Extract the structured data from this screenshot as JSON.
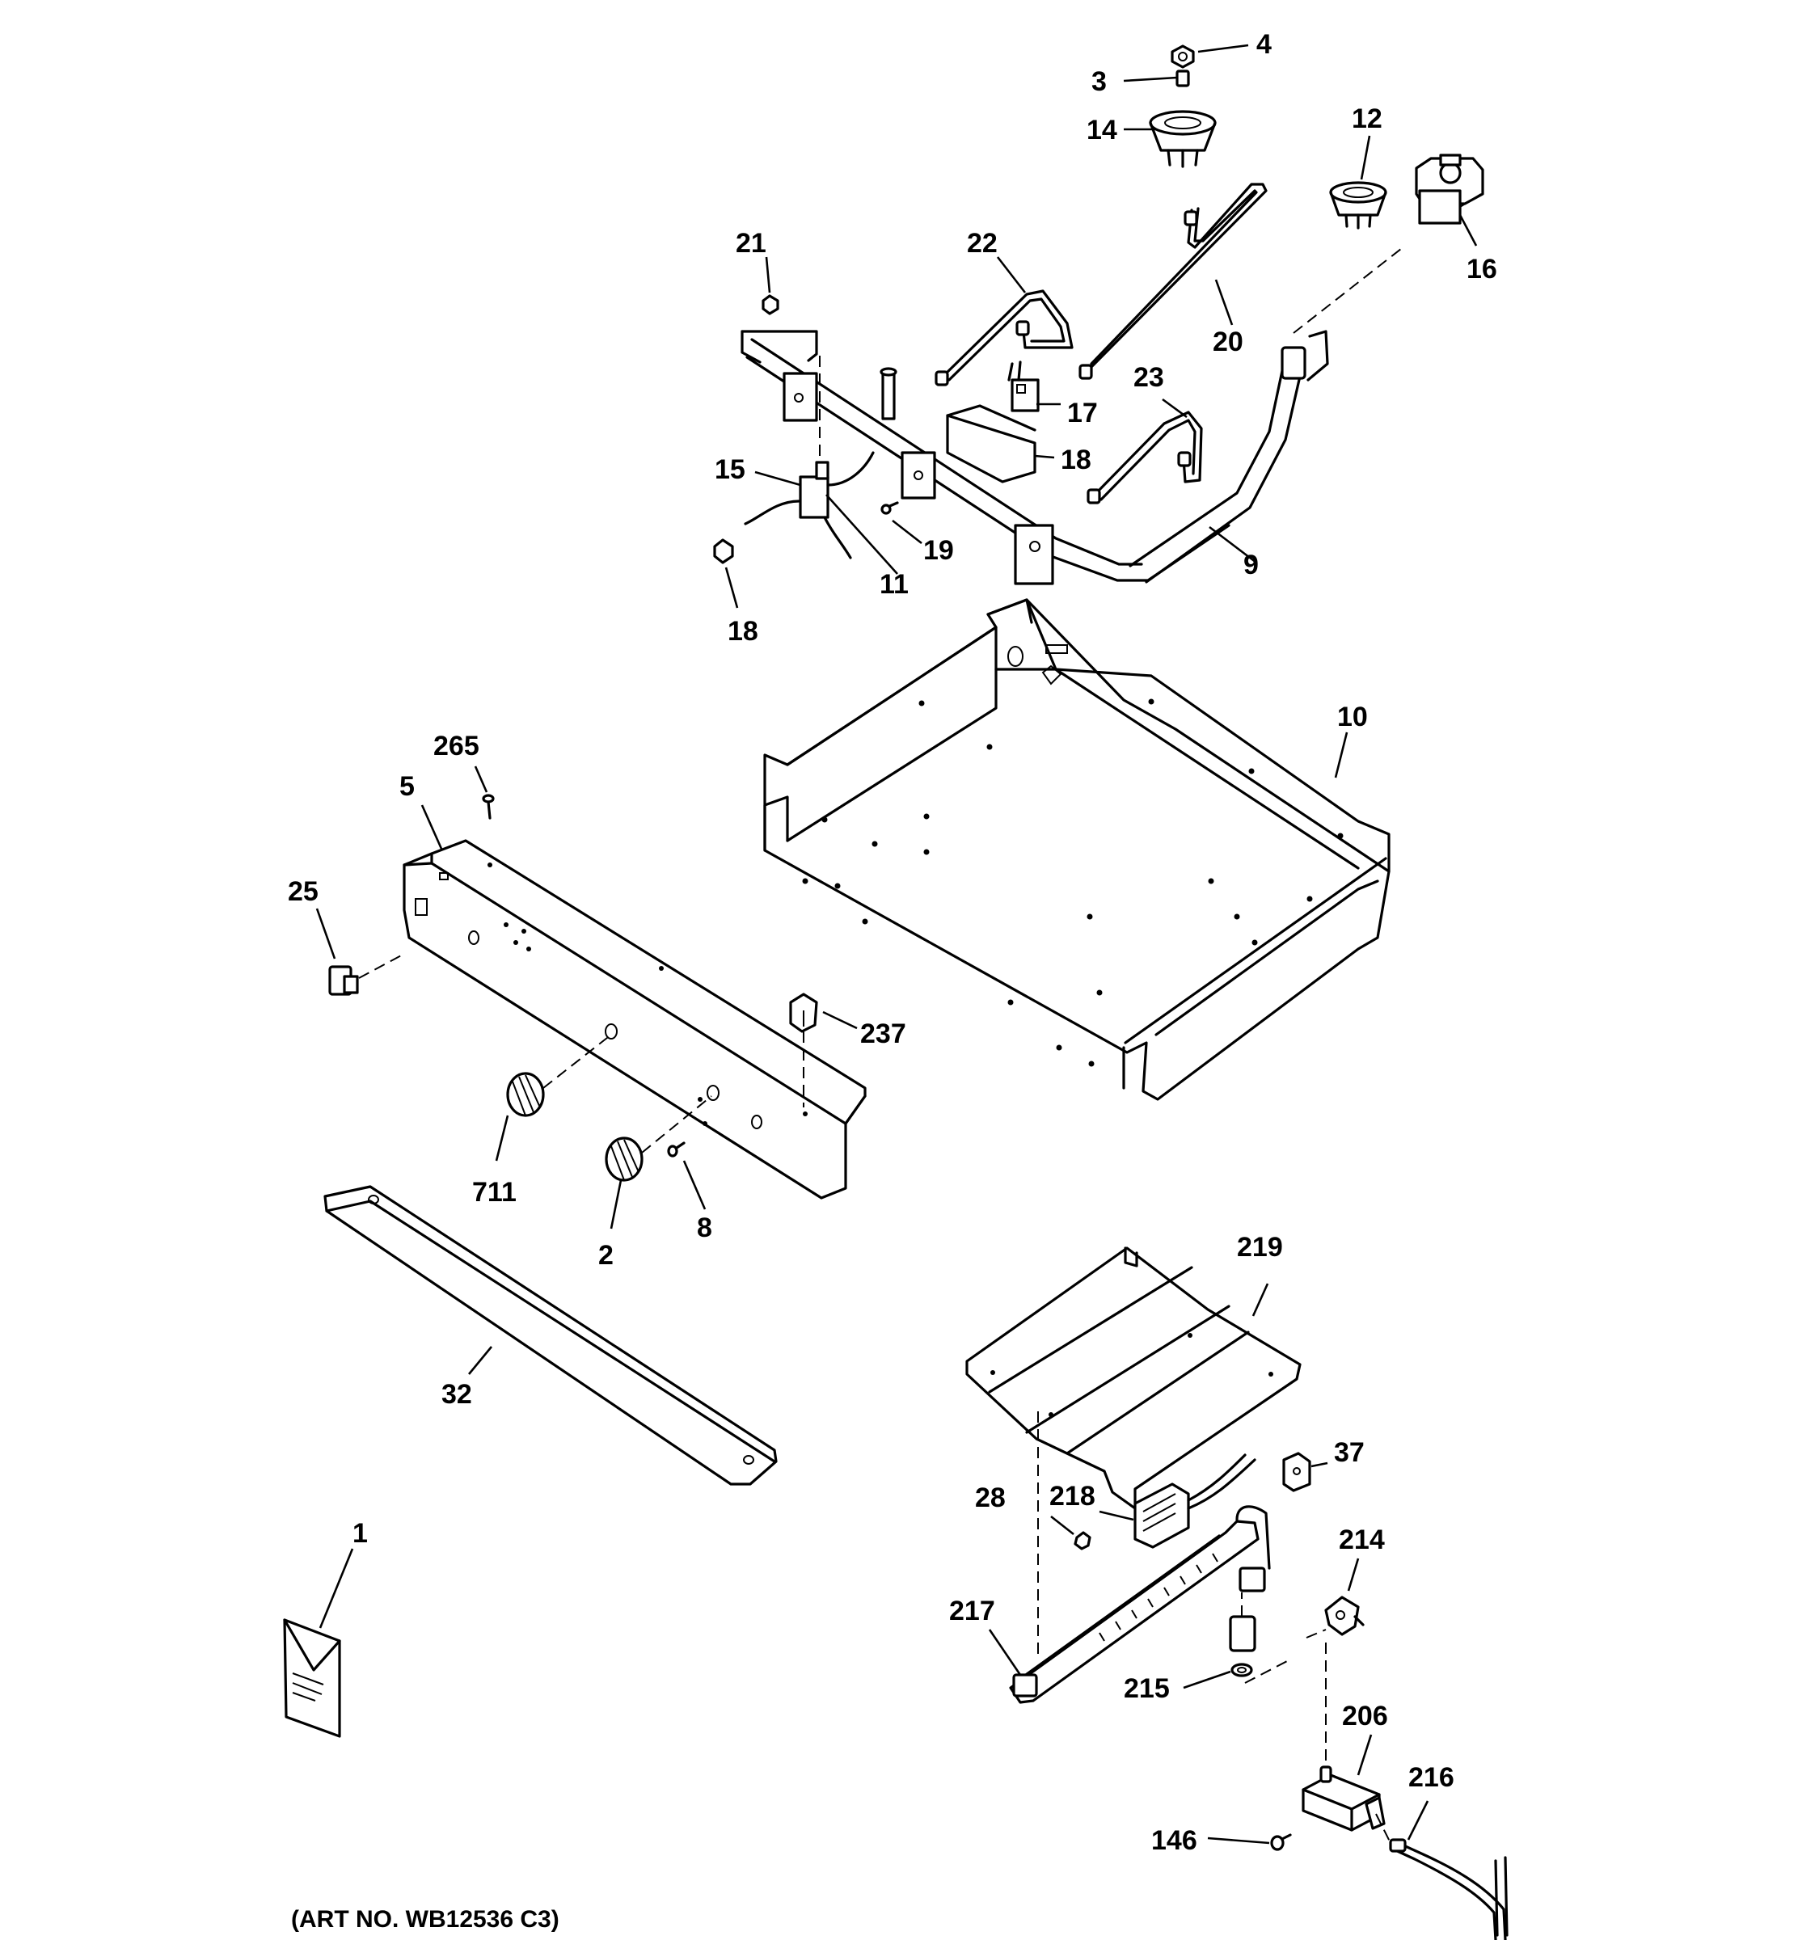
{
  "diagram": {
    "art_number": "(ART NO. WB12536 C3)",
    "callouts": [
      {
        "id": "c1",
        "label": "1"
      },
      {
        "id": "c2",
        "label": "2"
      },
      {
        "id": "c3",
        "label": "3"
      },
      {
        "id": "c4",
        "label": "4"
      },
      {
        "id": "c5",
        "label": "5"
      },
      {
        "id": "c8",
        "label": "8"
      },
      {
        "id": "c9",
        "label": "9"
      },
      {
        "id": "c10",
        "label": "10"
      },
      {
        "id": "c11",
        "label": "11"
      },
      {
        "id": "c12",
        "label": "12"
      },
      {
        "id": "c14",
        "label": "14"
      },
      {
        "id": "c15",
        "label": "15"
      },
      {
        "id": "c16",
        "label": "16"
      },
      {
        "id": "c17",
        "label": "17"
      },
      {
        "id": "c18a",
        "label": "18"
      },
      {
        "id": "c18b",
        "label": "18"
      },
      {
        "id": "c19",
        "label": "19"
      },
      {
        "id": "c20",
        "label": "20"
      },
      {
        "id": "c21",
        "label": "21"
      },
      {
        "id": "c22",
        "label": "22"
      },
      {
        "id": "c23",
        "label": "23"
      },
      {
        "id": "c25",
        "label": "25"
      },
      {
        "id": "c28",
        "label": "28"
      },
      {
        "id": "c32",
        "label": "32"
      },
      {
        "id": "c37",
        "label": "37"
      },
      {
        "id": "c146",
        "label": "146"
      },
      {
        "id": "c206",
        "label": "206"
      },
      {
        "id": "c214",
        "label": "214"
      },
      {
        "id": "c215",
        "label": "215"
      },
      {
        "id": "c216",
        "label": "216"
      },
      {
        "id": "c217",
        "label": "217"
      },
      {
        "id": "c218",
        "label": "218"
      },
      {
        "id": "c219",
        "label": "219"
      },
      {
        "id": "c237",
        "label": "237"
      },
      {
        "id": "c265",
        "label": "265"
      },
      {
        "id": "c711",
        "label": "711"
      }
    ]
  }
}
